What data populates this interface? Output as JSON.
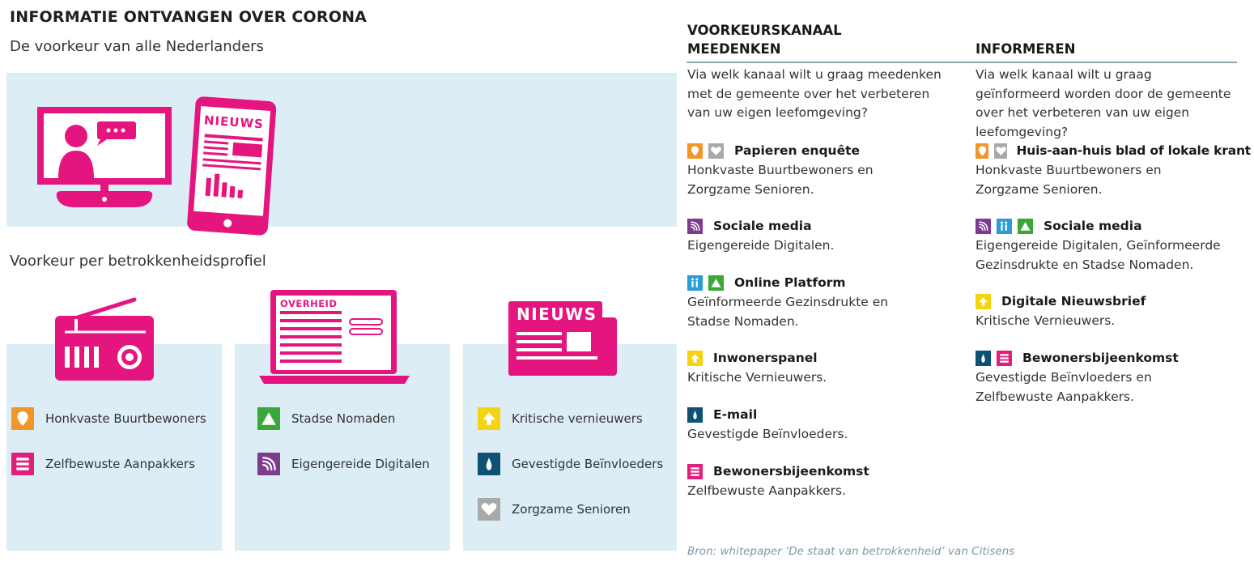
{
  "header": {
    "title": "INFORMATIE ONTVANGEN OVER CORONA",
    "subtitle": "De voorkeur van alle Nederlanders",
    "profile_heading": "Voorkeur per betrokkenheidsprofiel"
  },
  "illustrations": {
    "phone_label": "NIEUWS",
    "laptop_label": "OVERHEID",
    "newspaper_label": "NIEUWS"
  },
  "profiles": [
    {
      "items": [
        {
          "label": "Honkvaste Buurtbewoners",
          "icon": "map-pin-icon",
          "color": "#f0962a"
        },
        {
          "label": "Zelfbewuste Aanpakkers",
          "icon": "list-icon",
          "color": "#df1f7c"
        }
      ]
    },
    {
      "items": [
        {
          "label": "Stadse Nomaden",
          "icon": "triangle-icon",
          "color": "#3aa836"
        },
        {
          "label": "Eigengereide Digitalen",
          "icon": "signal-icon",
          "color": "#7d3b8e"
        }
      ]
    },
    {
      "items": [
        {
          "label": "Kritische vernieuwers",
          "icon": "arrow-up-icon",
          "color": "#f5d40f"
        },
        {
          "label": "Gevestigde Beïnvloeders",
          "icon": "drop-icon",
          "color": "#0e5273"
        },
        {
          "label": "Zorgzame Senioren",
          "icon": "heart-icon",
          "color": "#a9a9a9"
        }
      ]
    }
  ],
  "right": {
    "heading_line1": "VOORKEURSKANAAL",
    "col1": {
      "heading": "MEEDENKEN",
      "question": "Via welk kanaal wilt u graag meedenken met de gemeente over het verbeteren van uw eigen leefomgeving?",
      "entries": [
        {
          "title": "Papieren enquête",
          "desc": "Honkvaste Buurtbewoners en Zorgzame Senioren.",
          "icons": [
            "map-pin-icon",
            "heart-icon"
          ]
        },
        {
          "title": "Sociale media",
          "desc": "Eigengereide Digitalen.",
          "icons": [
            "signal-icon"
          ]
        },
        {
          "title": "Online Platform",
          "desc": "Geïnformeerde Gezinsdrukte en Stadse Nomaden.",
          "icons": [
            "family-icon",
            "triangle-icon"
          ]
        },
        {
          "title": "Inwonerspanel",
          "desc": "Kritische Vernieuwers.",
          "icons": [
            "arrow-up-icon"
          ]
        },
        {
          "title": "E-mail",
          "desc": "Gevestigde Beïnvloeders.",
          "icons": [
            "drop-icon"
          ]
        },
        {
          "title": "Bewonersbijeenkomst",
          "desc": "Zelfbewuste Aanpakkers.",
          "icons": [
            "list-icon"
          ]
        }
      ]
    },
    "col2": {
      "heading": "INFORMEREN",
      "question": "Via welk kanaal wilt u graag geïnformeerd worden door de gemeente over het verbeteren van uw eigen leefomgeving?",
      "entries": [
        {
          "title": "Huis-aan-huis blad of lokale krant",
          "desc": "Honkvaste Buurtbewoners en Zorgzame Senioren.",
          "icons": [
            "map-pin-icon",
            "heart-icon"
          ]
        },
        {
          "title": "Sociale media",
          "desc": "Eigengereide Digitalen, Geïnformeerde Gezinsdrukte en Stadse Nomaden.",
          "icons": [
            "signal-icon",
            "family-icon",
            "triangle-icon"
          ]
        },
        {
          "title": "Digitale Nieuwsbrief",
          "desc": "Kritische Vernieuwers.",
          "icons": [
            "arrow-up-icon"
          ]
        },
        {
          "title": "Bewonersbijeenkomst",
          "desc": "Gevestigde Beïnvloeders en Zelfbewuste Aanpakkers.",
          "icons": [
            "drop-icon",
            "list-icon"
          ]
        }
      ]
    }
  },
  "source": "Bron: whitepaper ‘De staat van betrokkenheid’ van Citisens",
  "colors": {
    "magenta": "#e5157f",
    "light_blue_band": "#dcedf6",
    "rule": "#8fa5ad"
  }
}
